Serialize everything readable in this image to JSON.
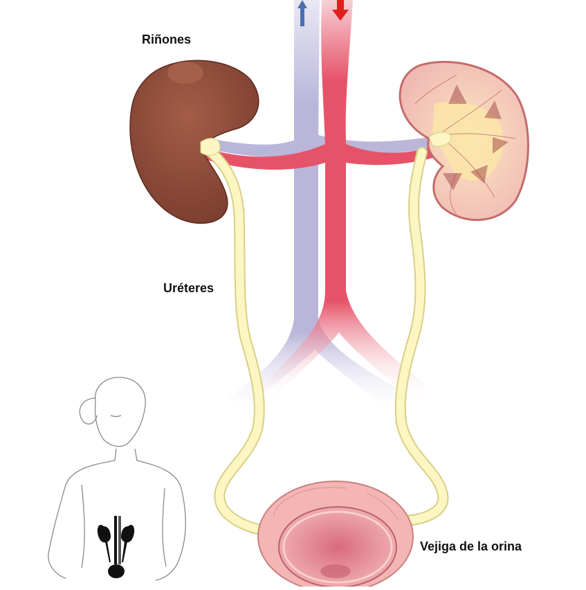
{
  "labels": {
    "kidneys": "Riñones",
    "ureters": "Uréteres",
    "bladder": "Vejiga de la orina"
  },
  "colors": {
    "artery": "#e65368",
    "vein": "#b9b6da",
    "vein_arrow": "#4a6fb0",
    "artery_arrow": "#e0201b",
    "ureter": "#fbf6c2",
    "ureter_outline": "#d8cf86",
    "kidney_outer": "#8b4a38",
    "kidney_section": "#f2c7bd",
    "bladder": "#f0a8a8",
    "bladder_inner": "#d97a86",
    "figure_outline": "#888888",
    "figure_organs": "#111111"
  },
  "icons": {
    "vein_arrow": "arrow-up-icon",
    "artery_arrow": "arrow-down-icon"
  }
}
